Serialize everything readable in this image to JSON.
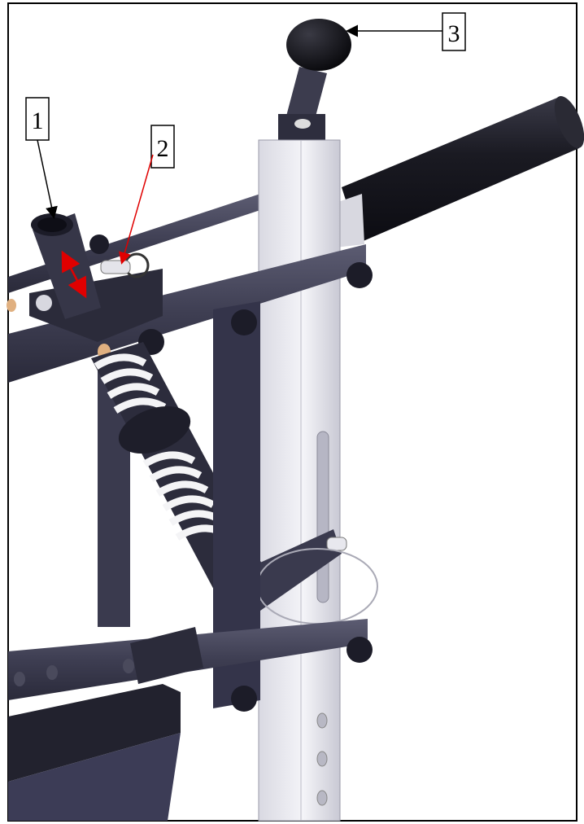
{
  "callouts": [
    {
      "id": "1",
      "label": "1"
    },
    {
      "id": "2",
      "label": "2"
    },
    {
      "id": "3",
      "label": "3"
    }
  ],
  "colors": {
    "frame": "#000000",
    "tube_dark": "#3a3a4c",
    "tube_light": "#5a5a70",
    "post": "#e6e6ee",
    "spring": "#f2f2f2",
    "knob": "#0c0c12",
    "grip": "#16161e",
    "arrow_black": "#000000",
    "arrow_red": "#e00000"
  },
  "parts": {
    "post": "square-post",
    "adjust_knob": "ball-knob",
    "grip": "handle-grip",
    "shock": "coil-spring-shock",
    "socket": "tube-socket",
    "bolt": "wing-bolt"
  }
}
